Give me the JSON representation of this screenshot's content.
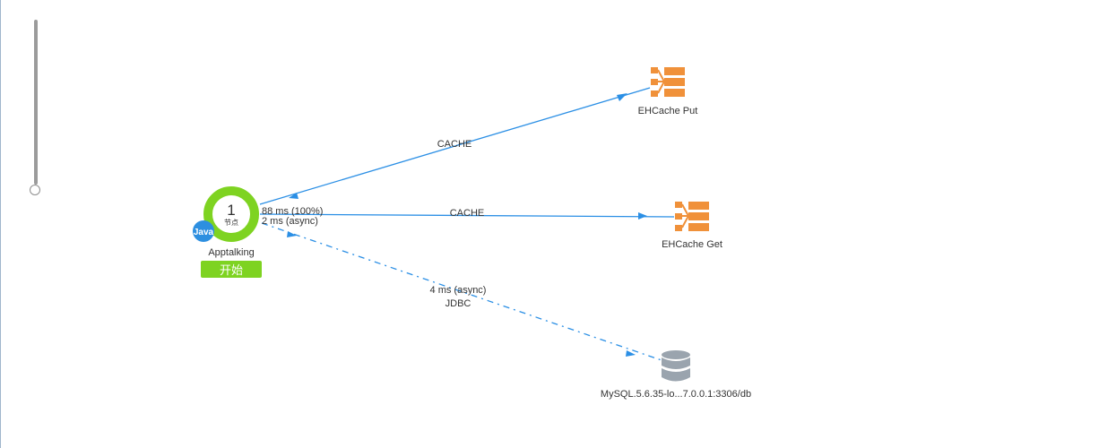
{
  "colors": {
    "edge": "#2b8fe5",
    "node_ring": "#7ed321",
    "ehcache": "#f0913a",
    "db": "#9aa4ae",
    "java_badge": "#2d8fe0"
  },
  "app_node": {
    "name": "Apptalking",
    "count": "1",
    "count_unit": "节点",
    "lang_badge": "Java",
    "start_label": "开始",
    "stat_total": "88 ms (100%)",
    "stat_async": "2 ms (async)"
  },
  "edges": {
    "put": {
      "label": "CACHE"
    },
    "get": {
      "label": "CACHE"
    },
    "jdbc": {
      "time": "4 ms (async)",
      "label": "JDBC"
    }
  },
  "targets": {
    "ehcache_put": {
      "name": "EHCache Put",
      "icon": "ehcache-icon"
    },
    "ehcache_get": {
      "name": "EHCache Get",
      "icon": "ehcache-icon"
    },
    "mysql": {
      "name": "MySQL.5.6.35-lo...7.0.0.1:3306/db",
      "icon": "database-icon"
    }
  }
}
